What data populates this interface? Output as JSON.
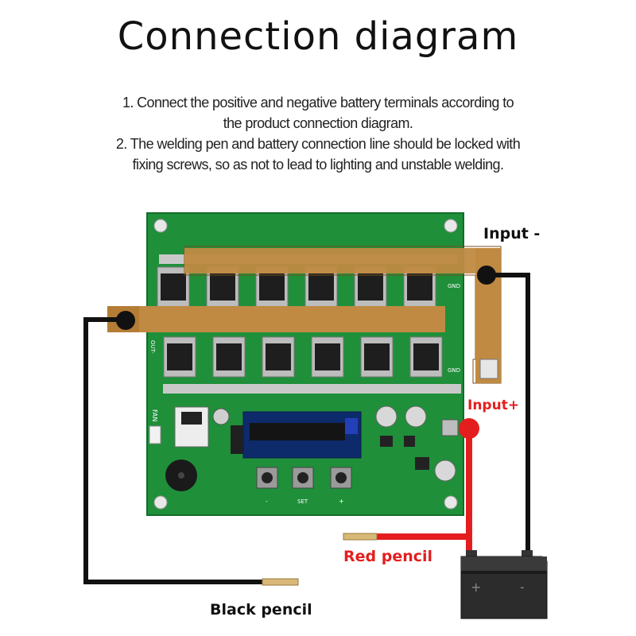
{
  "title": "Connection diagram",
  "notes": [
    "1. Connect the positive and negative battery terminals according to",
    "the product connection diagram.",
    "2. The welding pen and battery connection line should be locked with",
    "fixing screws, so as not to lead to lighting and unstable welding."
  ],
  "labels": {
    "input_minus": "Input -",
    "input_plus": "Input+",
    "red_pencil": "Red pencil",
    "black_pencil": "Black pencil"
  },
  "board_text": {
    "out_minus": "OUT-",
    "gnd_top": "GND",
    "gnd_bottom": "GND",
    "fan": "FAN",
    "btn_minus": "-",
    "btn_set": "SET",
    "btn_plus": "+",
    "battery_plus": "+",
    "battery_minus": "-"
  },
  "colors": {
    "board": "#1f8f3a",
    "copper": "#c08a42",
    "red_wire": "#e41e1e",
    "black_wire": "#111111",
    "input_plus_label": "#e41e1e"
  }
}
